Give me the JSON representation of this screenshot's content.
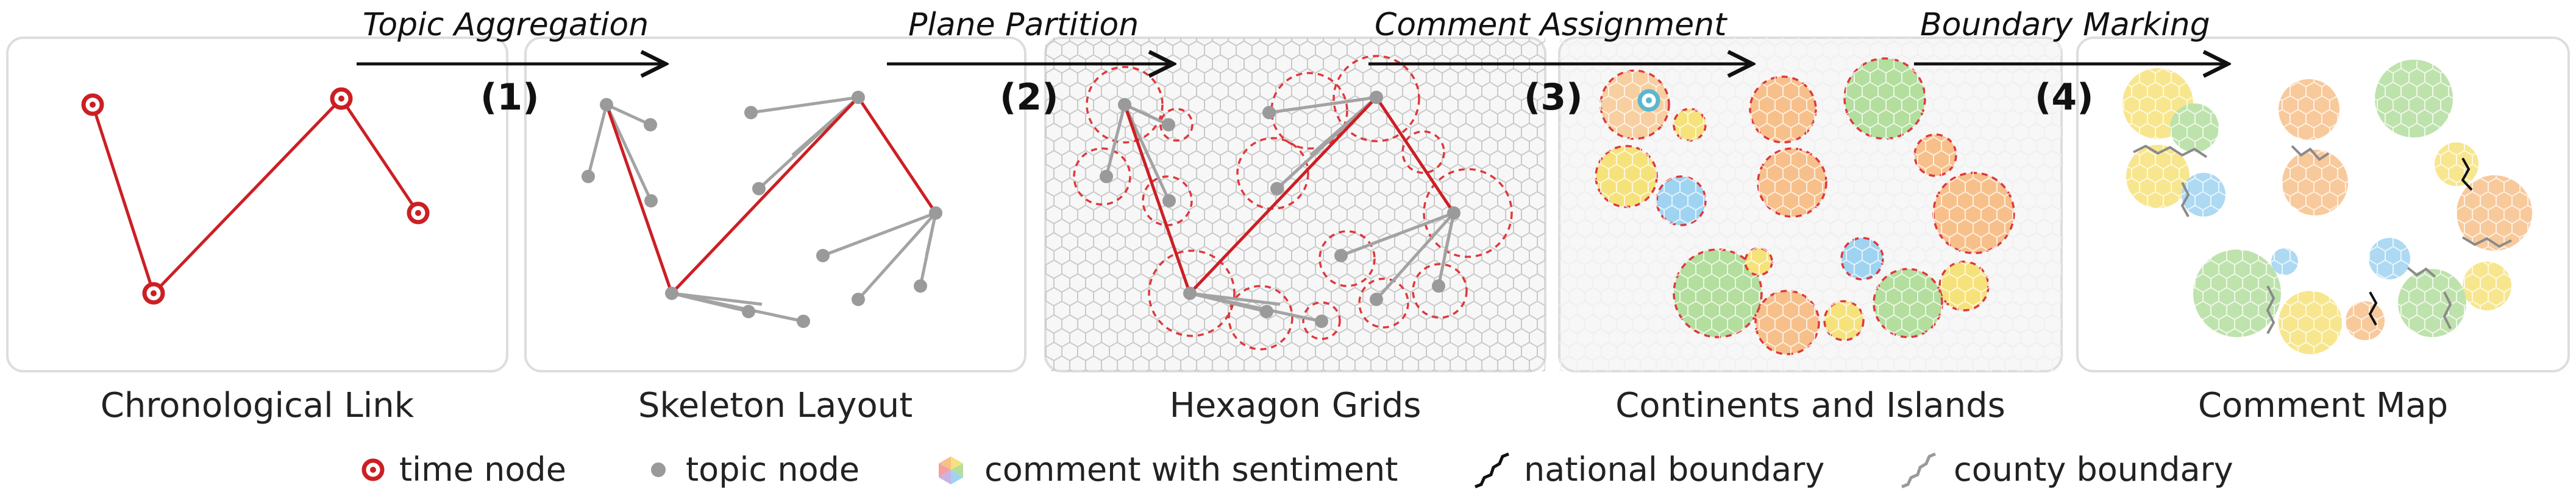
{
  "stages": [
    {
      "label": "Chronological Link"
    },
    {
      "label": "Skeleton Layout"
    },
    {
      "label": "Hexagon Grids"
    },
    {
      "label": "Continents and Islands"
    },
    {
      "label": "Comment Map"
    }
  ],
  "steps": [
    {
      "title": "Topic Aggregation",
      "number": "(1)"
    },
    {
      "title": "Plane Partition",
      "number": "(2)"
    },
    {
      "title": "Comment Assignment",
      "number": "(3)"
    },
    {
      "title": "Boundary Marking",
      "number": "(4)"
    }
  ],
  "legend": [
    {
      "label": "time node",
      "icon": "time-node-icon"
    },
    {
      "label": "topic node",
      "icon": "topic-node-icon"
    },
    {
      "label": "comment with sentiment",
      "icon": "sentiment-hexagon-icon"
    },
    {
      "label": "national boundary",
      "icon": "national-boundary-icon"
    },
    {
      "label": "county boundary",
      "icon": "county-boundary-icon"
    }
  ],
  "colors": {
    "time_link": "#cc1f24",
    "topic_node": "#9a9a9a",
    "panel_border": "#dddddd",
    "grid": "#c9c9c9",
    "sentiment": [
      "#f6e27a",
      "#f7c08a",
      "#9fd3f2",
      "#b3de9e",
      "#f3a0a0",
      "#c9b3e6"
    ]
  }
}
